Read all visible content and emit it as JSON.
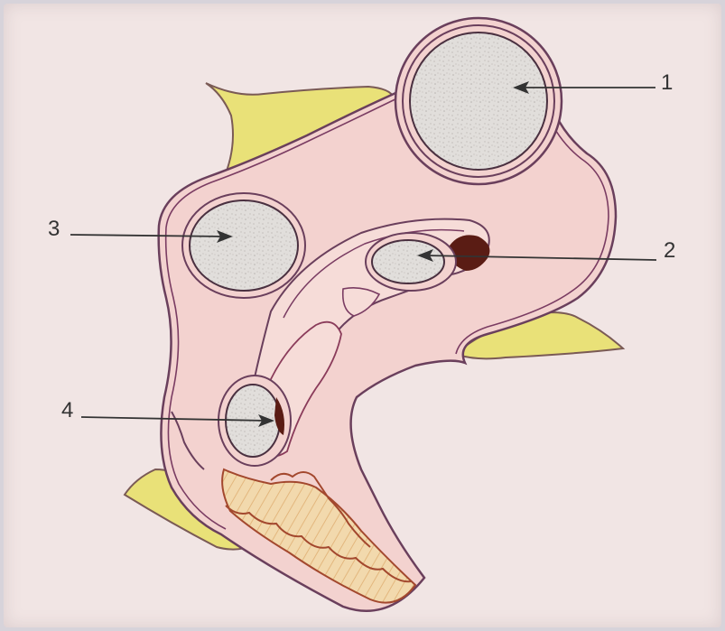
{
  "labels": {
    "l1": "1",
    "l2": "2",
    "l3": "3",
    "l4": "4"
  },
  "colors": {
    "paper": "#f1e5e4",
    "tissue": "#f3d2cf",
    "outline": "#6a3f5c",
    "bone_yellow": "#e9e178",
    "node_fill": "#dedbd9",
    "dark_blood": "#5a1c14",
    "spine_cream": "#f1d5a8",
    "spine_red": "#a3482e"
  }
}
